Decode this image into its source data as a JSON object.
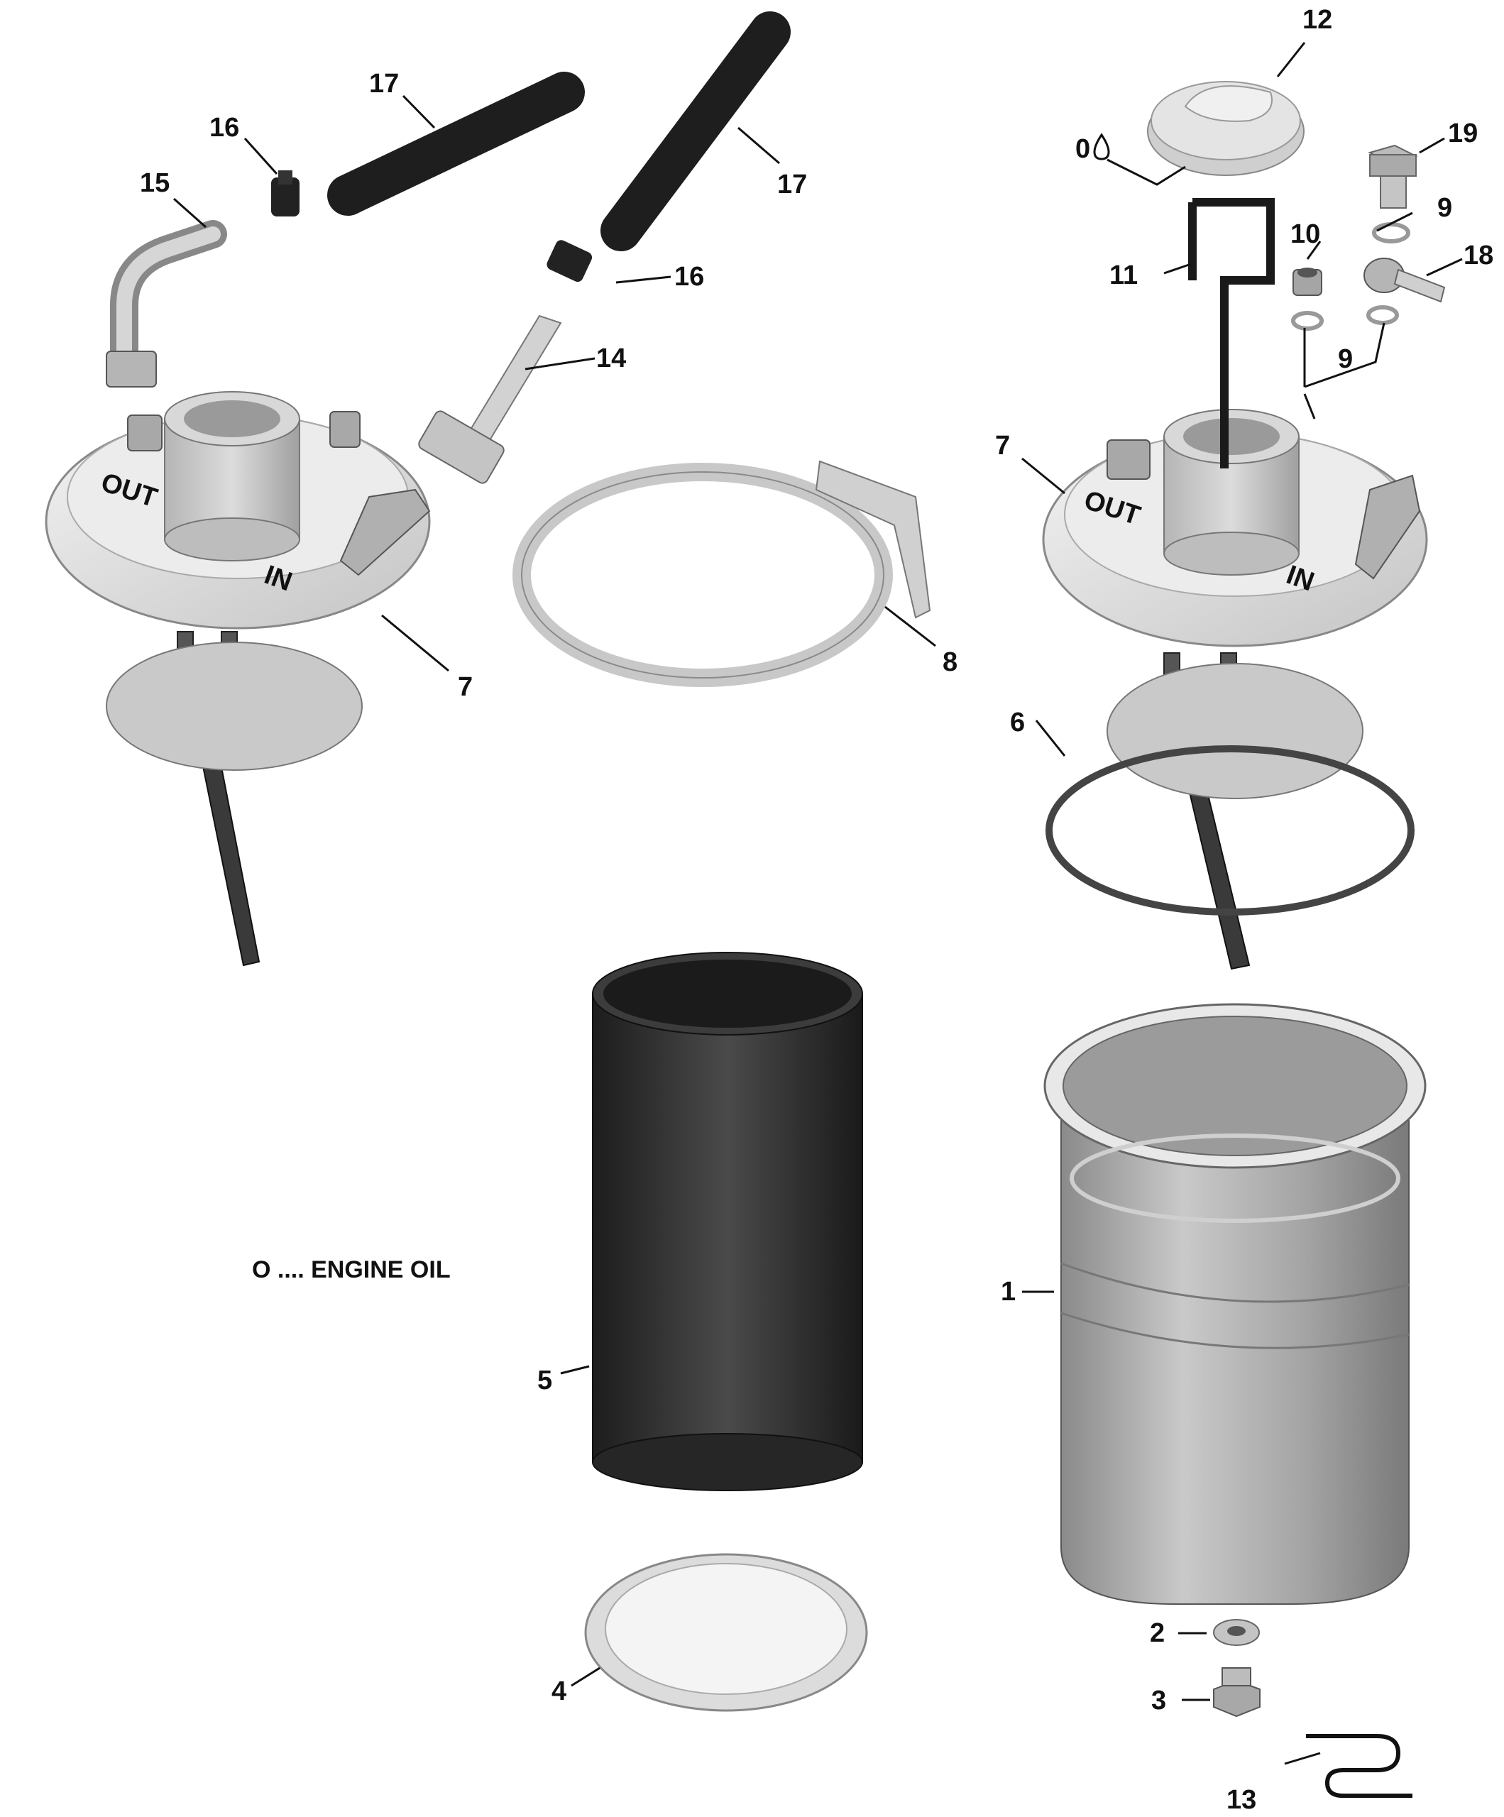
{
  "callouts": {
    "c1": "1",
    "c2": "2",
    "c3": "3",
    "c4": "4",
    "c5": "5",
    "c6": "6",
    "c7a": "7",
    "c7b": "7",
    "c8": "8",
    "c9a": "9",
    "c9b": "9",
    "c10": "10",
    "c11": "11",
    "c12": "12",
    "c13": "13",
    "c14": "14",
    "c15": "15",
    "c16a": "16",
    "c16b": "16",
    "c17a": "17",
    "c17b": "17",
    "c18": "18",
    "c19": "19",
    "c0": "0"
  },
  "cap_labels": {
    "out_left": "OUT",
    "in_left": "IN",
    "out_right": "OUT",
    "in_right": "IN"
  },
  "legend": {
    "text": "O .... ENGINE OIL"
  },
  "colors": {
    "part_light": "#e6e6e6",
    "part_mid": "#bdbdbd",
    "part_dark": "#2b2b2b",
    "line": "#111111"
  }
}
